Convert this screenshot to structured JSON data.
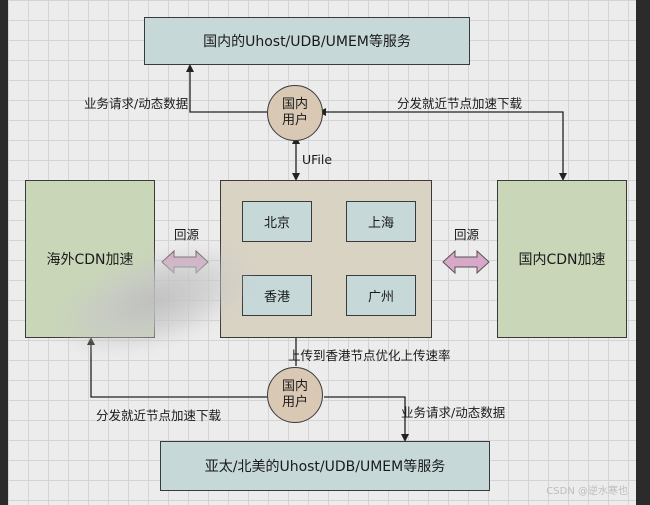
{
  "boxes": {
    "top_service": "国内的Uhost/UDB/UMEM等服务",
    "bottom_service": "亚太/北美的Uhost/UDB/UMEM等服务",
    "overseas_cdn": "海外CDN加速",
    "domestic_cdn": "国内CDN加速"
  },
  "cities": {
    "beijing": "北京",
    "shanghai": "上海",
    "hongkong": "香港",
    "guangzhou": "广州"
  },
  "users": {
    "top": [
      "国内",
      "用户"
    ],
    "bottom": [
      "国内",
      "用户"
    ]
  },
  "labels": {
    "business_request_top": "业务请求/动态数据",
    "nearest_download_top": "分发就近节点加速下载",
    "ufile": "UFile",
    "origin_left": "回源",
    "origin_right": "回源",
    "upload_hk": "上传到香港节点优化上传速率",
    "nearest_download_bottom": "分发就近节点加速下载",
    "business_request_bottom": "业务请求/动态数据"
  },
  "watermark": "CSDN @逆水寒也",
  "colors": {
    "service_box": "#c7d8d8",
    "cdn_box": "#c9d6b8",
    "core_box": "#d9d3c4",
    "user_circle": "#d9c8b4",
    "bidirectional_arrow": "#d8a8c8"
  }
}
